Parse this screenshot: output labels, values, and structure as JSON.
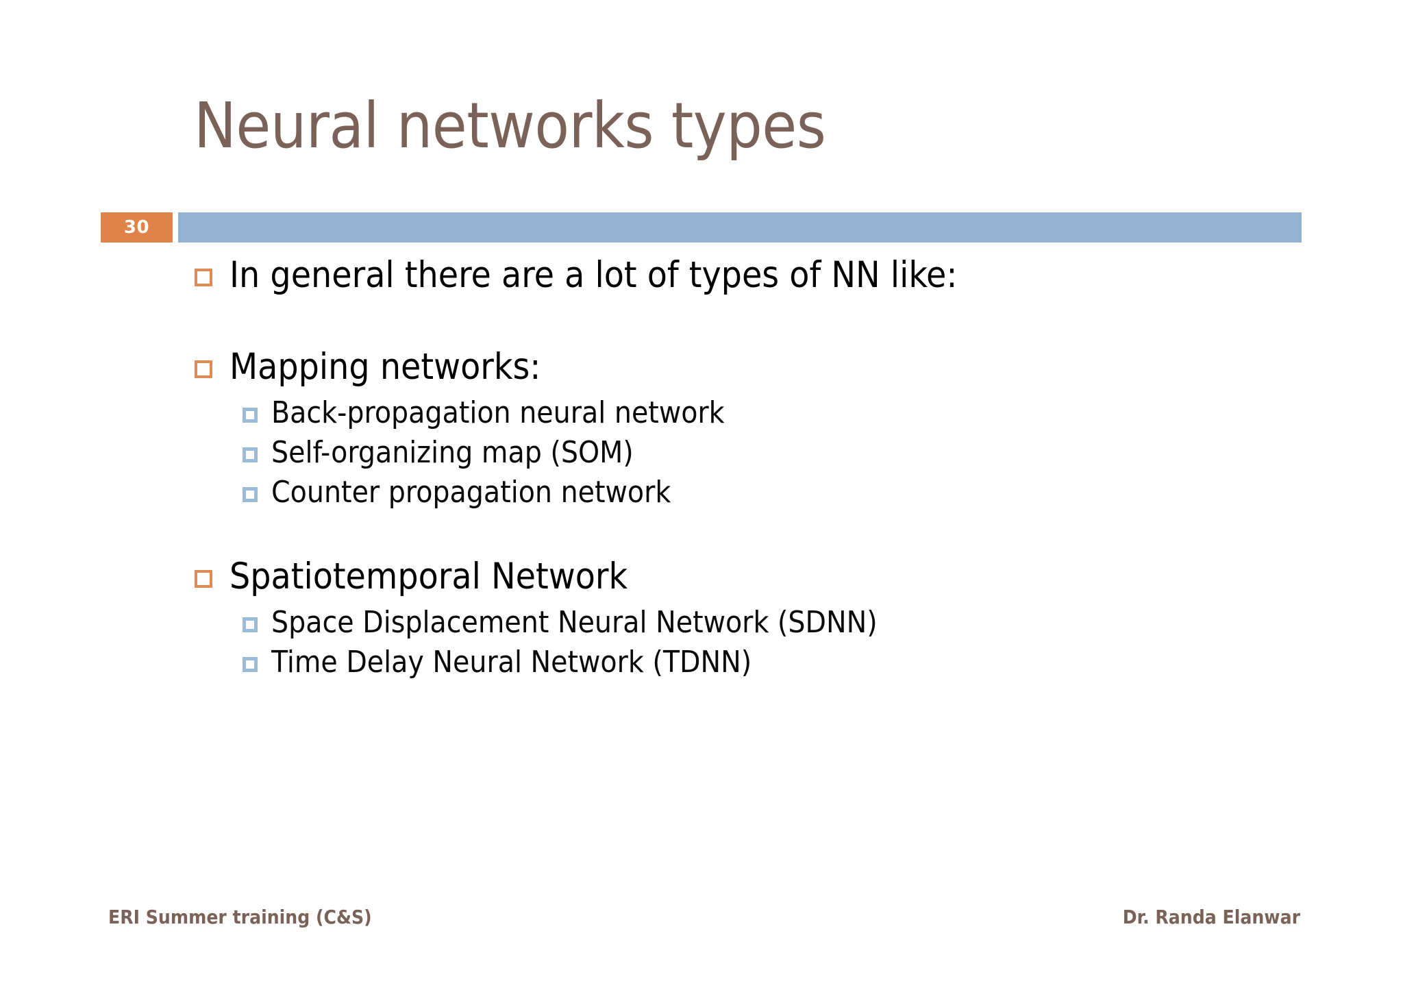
{
  "slide": {
    "title": "Neural networks types",
    "number": "30",
    "colors": {
      "title_text": "#7B6259",
      "number_badge": "#E08349",
      "rule_bar": "#95B3D1",
      "level1_marker": "#DE8A55",
      "level2_marker": "#9CBBD8",
      "body_text": "#000000",
      "background": "#FFFFFF"
    },
    "body": {
      "intro": {
        "marker": "orange-hollow-square-bullet",
        "text": "In general there are a lot of types of NN like:"
      },
      "sections": [
        {
          "marker": "orange-hollow-square-bullet",
          "heading": "Mapping networks:",
          "items": [
            {
              "marker": "blue-square-bullet",
              "text": "Back-propagation neural network"
            },
            {
              "marker": "blue-square-bullet",
              "text": "Self-organizing map (SOM)"
            },
            {
              "marker": "blue-square-bullet",
              "text": "Counter propagation network"
            }
          ]
        },
        {
          "marker": "orange-hollow-square-bullet",
          "heading": "Spatiotemporal Network",
          "items": [
            {
              "marker": "blue-square-bullet",
              "text": "Space Displacement Neural Network (SDNN)"
            },
            {
              "marker": "blue-square-bullet",
              "text": "Time Delay Neural Network (TDNN)"
            }
          ]
        }
      ]
    },
    "footer": {
      "left": "ERI Summer training (C&S)",
      "right": "Dr. Randa Elanwar"
    }
  }
}
